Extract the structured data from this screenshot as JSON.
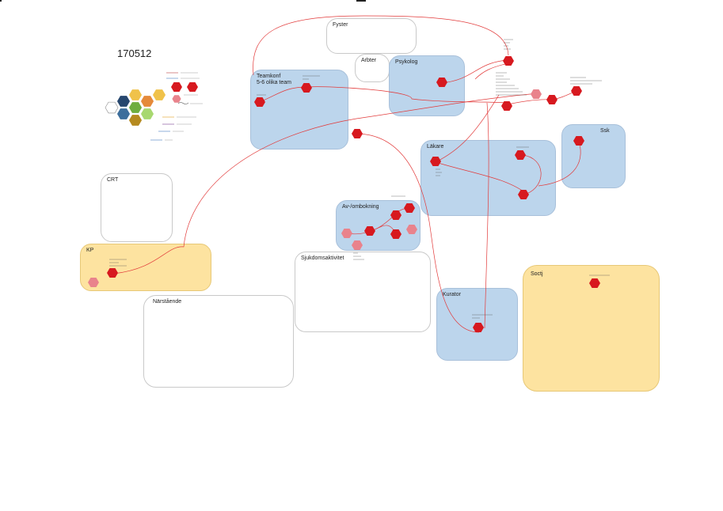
{
  "title": "170512",
  "colors": {
    "blue_zone": "#bcd5ec",
    "yellow_zone": "#fde3a0",
    "node_red": "#d7191f",
    "node_pink": "#e9838c",
    "line_red": "#e23a3a"
  },
  "zones": {
    "fyster": "Fyster",
    "arbter": "Arbter",
    "psykolog": "Psykolog",
    "teamkonf": "Teamkonf\n5-6 olika team",
    "lakare": "Läkare",
    "ssk": "Ssk",
    "crt": "CRT",
    "av_ombokning": "Av-/ombokning",
    "kp": "KP",
    "sjukdomsaktivitet": "Sjukdomsaktivitet",
    "kurator": "Kurator",
    "soctj": "Soctj",
    "narstaende": "Närstående"
  },
  "legend": {
    "hex_colors": [
      "#ffffff",
      "#27476e",
      "#f0c24a",
      "#e58a3a",
      "#3d6e9c",
      "#6fae3f",
      "#7d3f8f",
      "#3d6e9c",
      "#b58a1f",
      "#a8d870"
    ],
    "swatch_colors": [
      "#d7191f",
      "#e9838c",
      "#d7191f"
    ],
    "line_colors": [
      "#b44",
      "#4a7fc0",
      "#666",
      "#e0a020",
      "#7a3f8f"
    ]
  }
}
